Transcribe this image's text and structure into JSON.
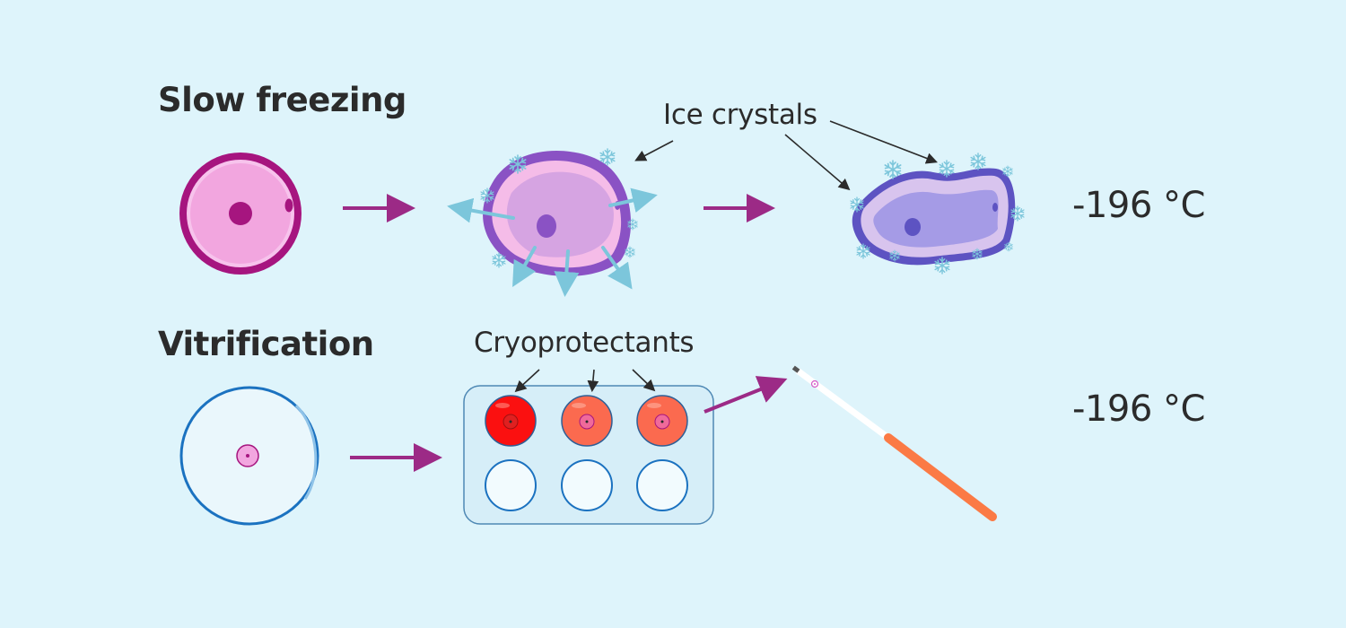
{
  "diagram": {
    "background": "#def4fb",
    "rows": [
      {
        "title": "Slow freezing",
        "stages": [
          "initial-oocyte",
          "dehydrating-oocyte-with-ice-crystals",
          "frozen-oocyte-with-ice-crystals"
        ],
        "annotation": "Ice crystals",
        "temperature": "-196 °C"
      },
      {
        "title": "Vitrification",
        "stages": [
          "initial-oocyte",
          "cryoprotectant-plate",
          "vitrification-straw"
        ],
        "annotation": "Cryoprotectants",
        "temperature": "-196 °C"
      }
    ],
    "colors": {
      "arrow": "#9c2a86",
      "slow_oocyte_ring": "#a6157f",
      "slow_oocyte_fill": "#f2a6df",
      "dehydrated_ring": "#8a52c4",
      "frozen_ring": "#5d53c2",
      "ice_crystal": "#7cc6db",
      "vitrification_ring": "#1b72c0",
      "cryo_well_1": "#fb1010",
      "cryo_well_2": "#fb6a4f",
      "straw_handle": "#fb7a45"
    }
  }
}
